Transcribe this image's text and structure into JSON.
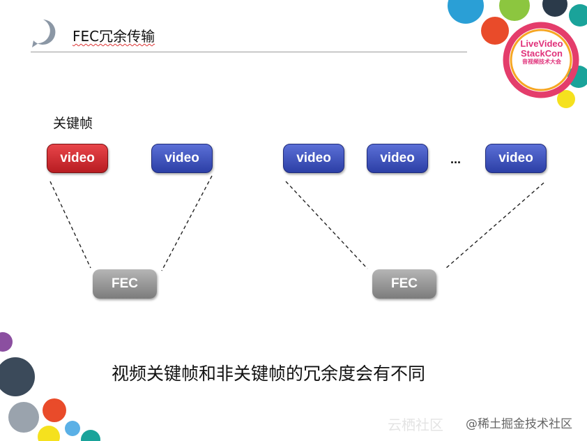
{
  "header": {
    "title": "FEC冗余传输"
  },
  "logo": {
    "line1": "LiveVideo",
    "line2": "StackCon",
    "line3": "音视频技术大会"
  },
  "diagram": {
    "key_frame_label": "关键帧",
    "video_label": "video",
    "fec_label": "FEC",
    "ellipsis": "..."
  },
  "caption": "视频关键帧和非关键帧的冗余度会有不同",
  "watermark": {
    "text": "@稀土掘金技术社区",
    "ghost": "云栖社区"
  },
  "colors": {
    "key_frame": "#d3262b",
    "normal_frame": "#3345b4",
    "fec": "#9a9a9a"
  }
}
